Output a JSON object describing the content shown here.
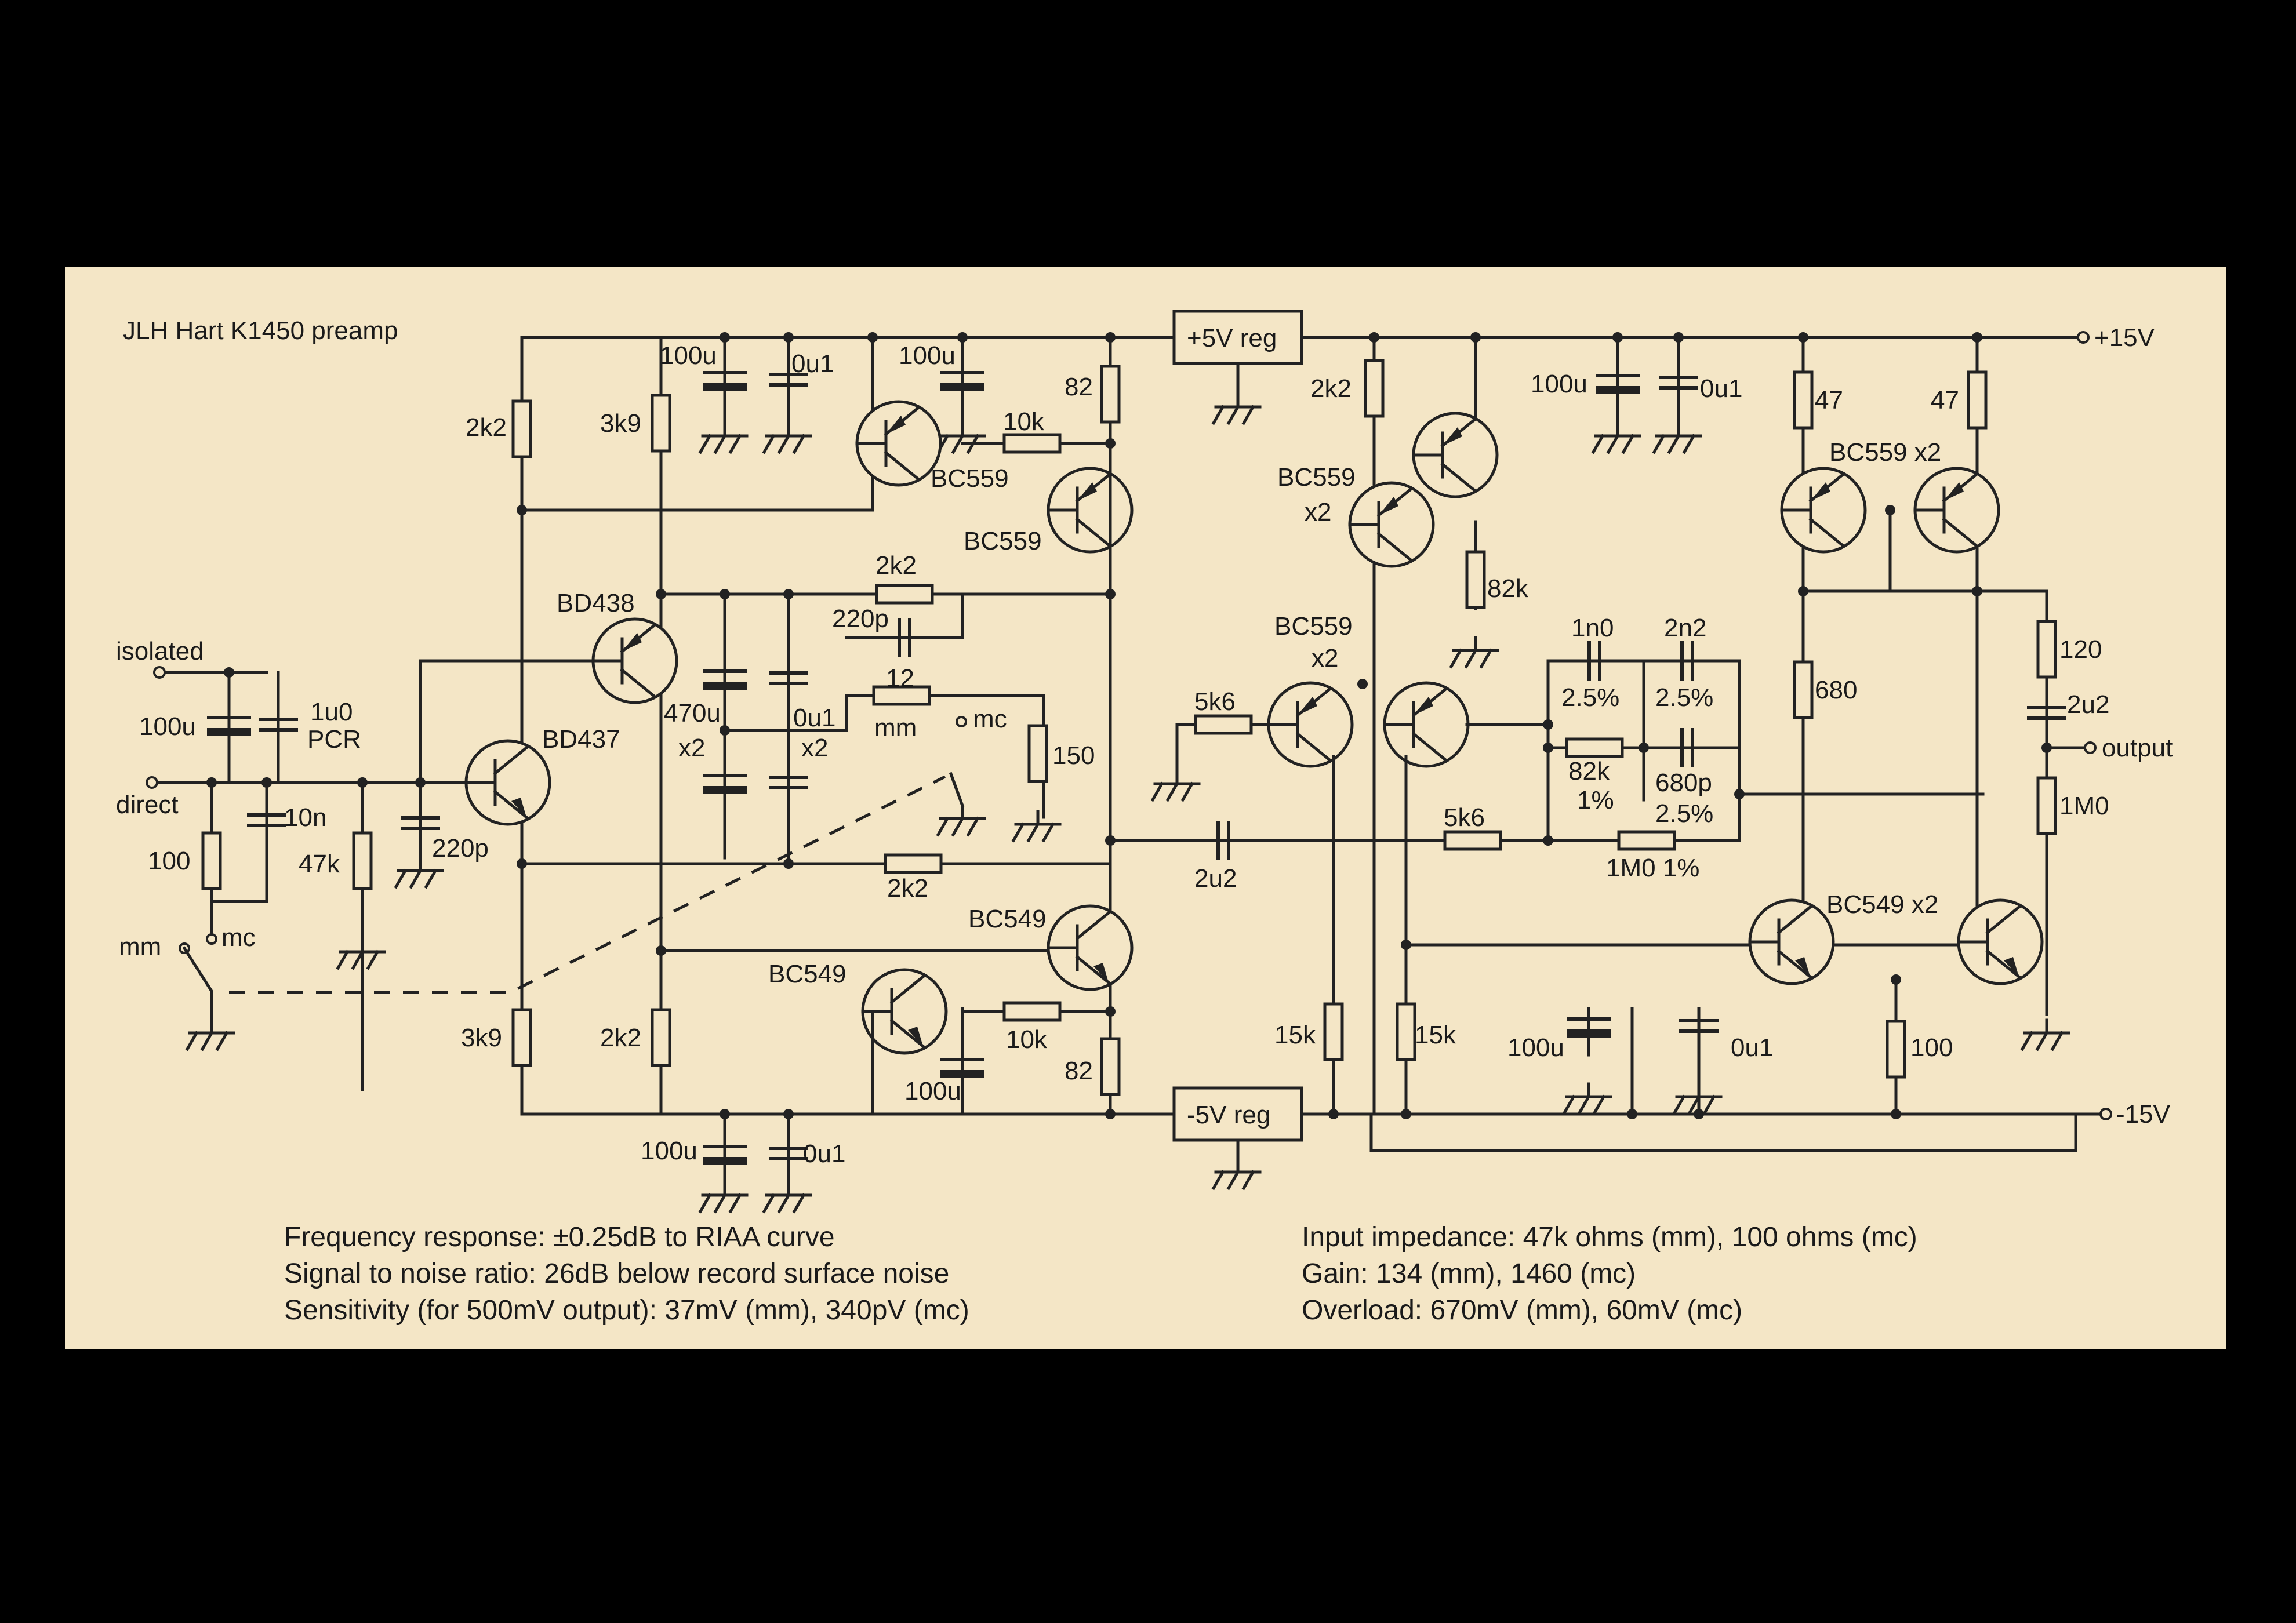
{
  "title": "JLH Hart K1450 preamp",
  "rails": {
    "pos": "+15V",
    "neg": "-15V",
    "pos_reg": "+5V reg",
    "neg_reg": "-5V reg",
    "output": "output"
  },
  "inputs": {
    "isolated": "isolated",
    "direct": "direct",
    "mm": "mm",
    "mc": "mc"
  },
  "transistors": {
    "bd438": "BD438",
    "bd437": "BD437",
    "bc559": "BC559",
    "bc559_x2": "BC559 x2",
    "bc549": "BC549",
    "bc549_x2": "BC549 x2",
    "x2": "x2"
  },
  "components": {
    "r2k2": "2k2",
    "r3k9": "3k9",
    "r100": "100",
    "r47k": "47k",
    "r82": "82",
    "r10k": "10k",
    "r12": "12",
    "r150": "150",
    "r5k6": "5k6",
    "r82k": "82k",
    "r15k": "15k",
    "r47": "47",
    "r680": "680",
    "r120": "120",
    "r1m0": "1M0",
    "r82k_1pct": "82k",
    "r1m0_1pct": "1M0 1%",
    "pct1": "1%",
    "pct25": "2.5%",
    "c100u": "100u",
    "c0u1": "0u1",
    "c1u0": "1u0",
    "pcr": "PCR",
    "c10n": "10n",
    "c220p": "220p",
    "c470u": "470u",
    "c2u2": "2u2",
    "c1n0": "1n0",
    "c2n2": "2n2",
    "c680p": "680p"
  },
  "specs_left": [
    "Frequency response: ±0.25dB to RIAA curve",
    "Signal to noise ratio: 26dB below record surface noise",
    "Sensitivity (for 500mV output): 37mV (mm), 340pV (mc)"
  ],
  "specs_right": [
    "Input impedance: 47k ohms (mm), 100 ohms (mc)",
    "Gain: 134 (mm), 1460 (mc)",
    "Overload: 670mV (mm), 60mV (mc)"
  ]
}
